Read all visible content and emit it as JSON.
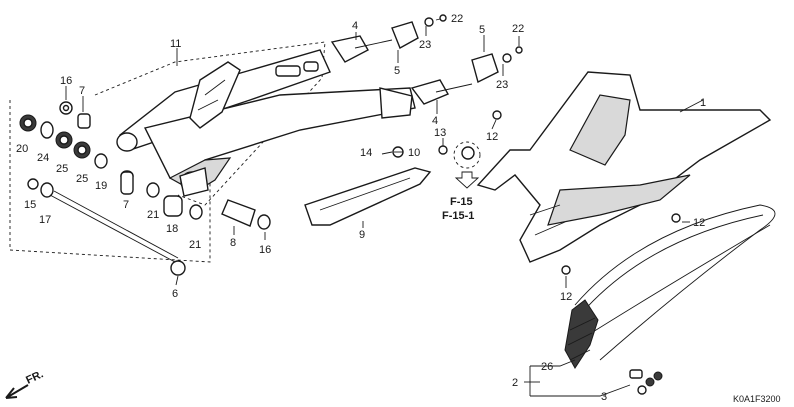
{
  "labels": {
    "p1": "1",
    "p2": "2",
    "p3": "3",
    "p4a": "4",
    "p4b": "4",
    "p5a": "5",
    "p5b": "5",
    "p6": "6",
    "p7a": "7",
    "p7b": "7",
    "p8": "8",
    "p9": "9",
    "p10": "10",
    "p11": "11",
    "p12a": "12",
    "p12b": "12",
    "p12c": "12",
    "p13": "13",
    "p14": "14",
    "p15": "15",
    "p16a": "16",
    "p16b": "16",
    "p17": "17",
    "p18": "18",
    "p19": "19",
    "p20": "20",
    "p21a": "21",
    "p21b": "21",
    "p22a": "22",
    "p22b": "22",
    "p23a": "23",
    "p23b": "23",
    "p24": "24",
    "p25a": "25",
    "p25b": "25",
    "p26": "26"
  },
  "refs": {
    "f15": "F-15",
    "f151": "F-15-1"
  },
  "direction": "FR.",
  "diagram_code": "K0A1F3200"
}
